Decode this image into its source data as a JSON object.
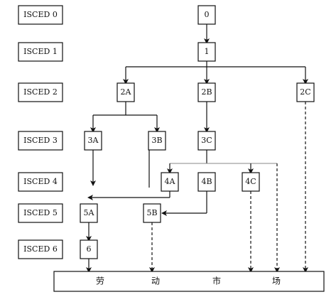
{
  "levels": [
    {
      "id": "isced0",
      "label": "ISCED 0"
    },
    {
      "id": "isced1",
      "label": "ISCED 1"
    },
    {
      "id": "isced2",
      "label": "ISCED 2"
    },
    {
      "id": "isced3",
      "label": "ISCED 3"
    },
    {
      "id": "isced4",
      "label": "ISCED 4"
    },
    {
      "id": "isced5",
      "label": "ISCED 5"
    },
    {
      "id": "isced6",
      "label": "ISCED 6"
    }
  ],
  "nodes": [
    {
      "id": "n0",
      "label": "0"
    },
    {
      "id": "n1",
      "label": "1"
    },
    {
      "id": "n2A",
      "label": "2A"
    },
    {
      "id": "n2B",
      "label": "2B"
    },
    {
      "id": "n2C",
      "label": "2C"
    },
    {
      "id": "n3A",
      "label": "3A"
    },
    {
      "id": "n3B",
      "label": "3B"
    },
    {
      "id": "n3C",
      "label": "3C"
    },
    {
      "id": "n4A",
      "label": "4A"
    },
    {
      "id": "n4B",
      "label": "4B"
    },
    {
      "id": "n4C",
      "label": "4C"
    },
    {
      "id": "n5A",
      "label": "5A"
    },
    {
      "id": "n5B",
      "label": "5B"
    },
    {
      "id": "n6",
      "label": "6"
    }
  ],
  "market": {
    "chars": [
      "劳",
      "动",
      "市",
      "场"
    ]
  },
  "colors": {
    "line": "#111111",
    "gray_line": "#888888",
    "background": "#ffffff"
  }
}
